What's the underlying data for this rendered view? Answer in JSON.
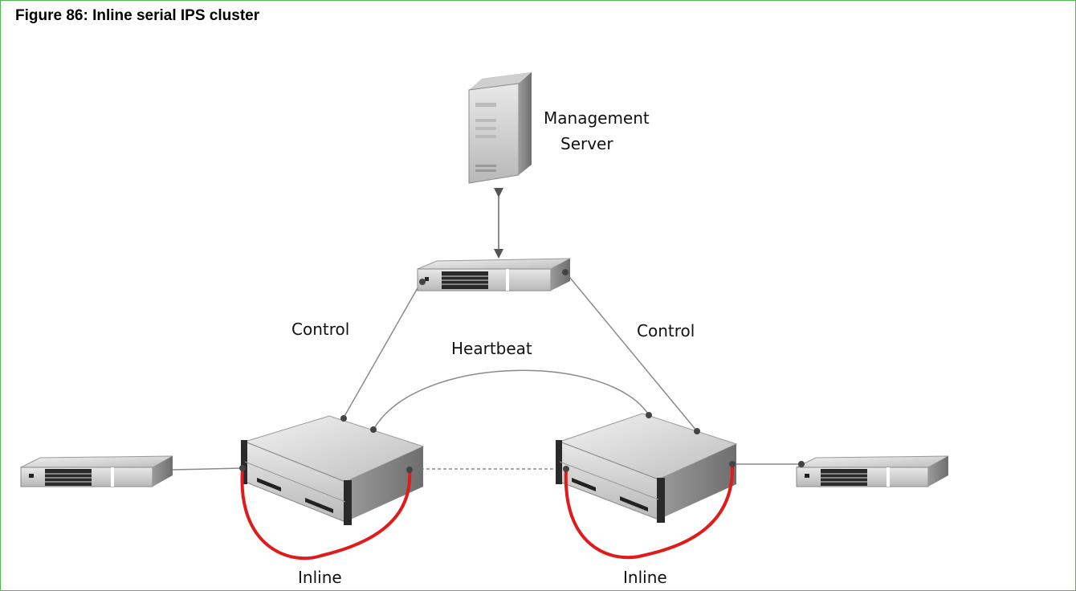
{
  "figure": {
    "caption": "Figure 86: Inline serial IPS cluster"
  },
  "labels": {
    "management_line1": "Management",
    "management_line2": "Server",
    "control_left": "Control",
    "control_right": "Control",
    "heartbeat": "Heartbeat",
    "inline_left": "Inline",
    "inline_right": "Inline"
  },
  "colors": {
    "frame": "#4fb84f",
    "inline_cable": "#e01b1b",
    "cable": "#888888"
  }
}
